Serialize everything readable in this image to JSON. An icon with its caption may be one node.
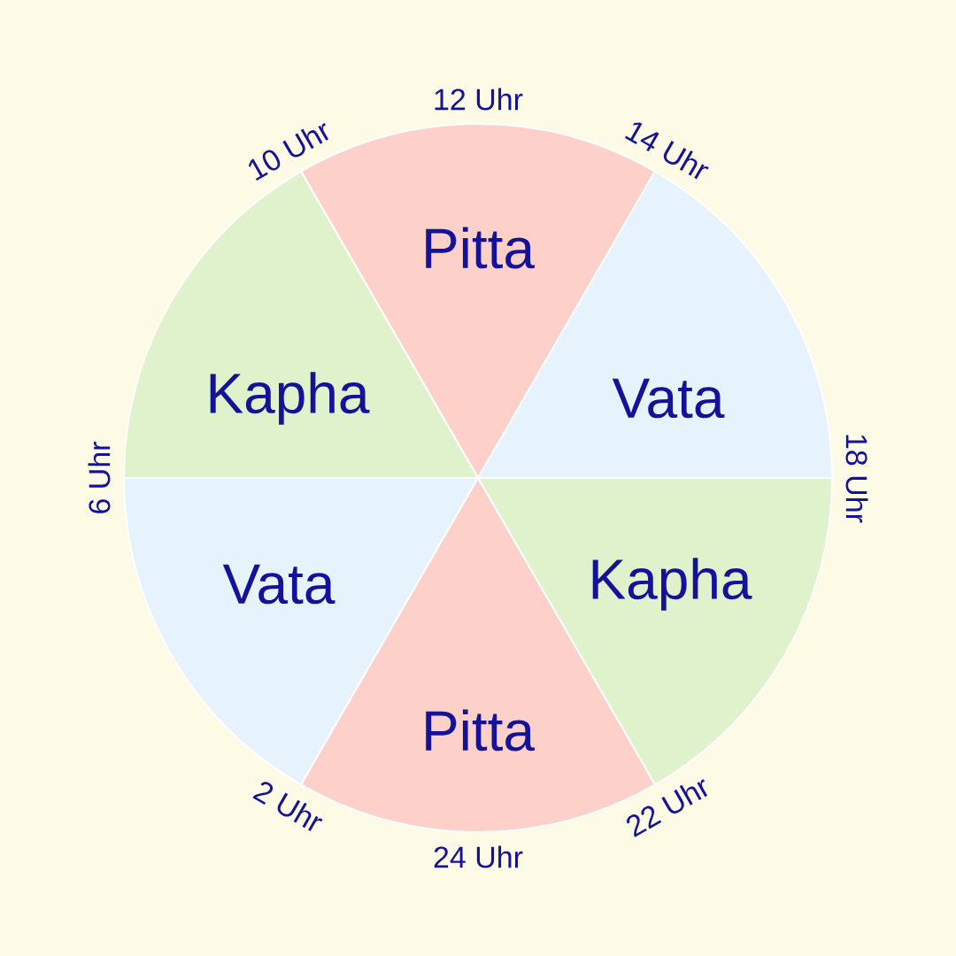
{
  "diagram": {
    "nodes": [
      {
        "text": [
          "Pitta"
        ]
      },
      {
        "text": [
          "Kapha"
        ]
      },
      {
        "text": [
          "Vata"
        ]
      },
      {
        "text": [
          "Vata"
        ]
      },
      {
        "text": [
          "Kapha"
        ]
      },
      {
        "text": [
          "Pitta"
        ]
      }
    ],
    "labels": [
      "12 Uhr",
      "10 Uhr",
      "14 Uhr",
      "6 Uhr",
      "18 Uhr",
      "2 Uhr",
      "22 Uhr",
      "24 Uhr"
    ]
  }
}
